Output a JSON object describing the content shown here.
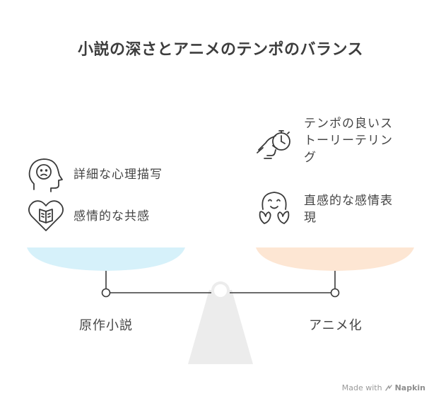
{
  "title": "小説の深さとアニメのテンポのバランス",
  "left": {
    "label": "原作小説",
    "pan_color": "#d6f1fa",
    "items": [
      {
        "text": "詳細な心理描写",
        "icon": "head-sad-face-icon"
      },
      {
        "text": "感情的な共感",
        "icon": "heart-book-icon"
      }
    ]
  },
  "right": {
    "label": "アニメ化",
    "pan_color": "#fde6d3",
    "items": [
      {
        "text_lines": [
          "テンポの良いス",
          "トーリーテリン",
          "グ"
        ],
        "icon": "hand-stopwatch-icon"
      },
      {
        "text_lines": [
          "直感的な感情表",
          "現"
        ],
        "icon": "happy-face-hands-icon"
      }
    ]
  },
  "footer": {
    "prefix": "Made with",
    "brand": "Napkin"
  },
  "colors": {
    "stand": "#ececec",
    "line": "#3a3a3a"
  }
}
